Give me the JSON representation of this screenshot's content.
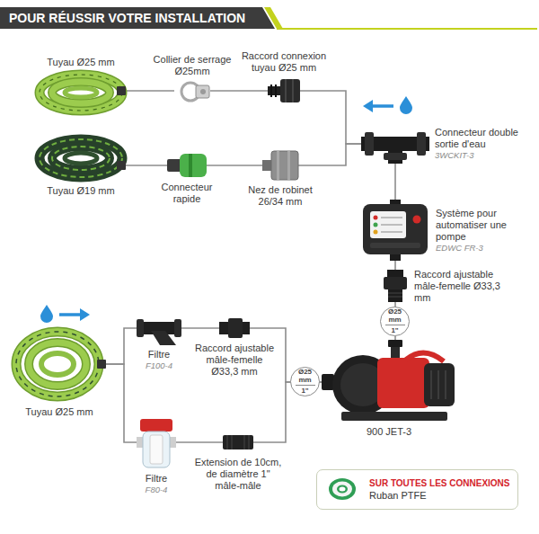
{
  "diagram": {
    "title": "POUR RÉUSSIR VOTRE INSTALLATION",
    "nodes": [
      {
        "text": [
          "Tuyau Ø25 mm"
        ]
      },
      {
        "text": [
          "Collier de serrage Ø25mm"
        ]
      },
      {
        "text": [
          "Raccord connexion tuyau Ø25 mm"
        ]
      },
      {
        "text": [
          "Tuyau Ø19 mm"
        ]
      },
      {
        "text": [
          "Connecteur rapide"
        ]
      },
      {
        "text": [
          "Nez de robinet 26/34 mm"
        ]
      },
      {
        "text": [
          "Connecteur double sortie d'eau",
          "3WCKIT-3"
        ]
      },
      {
        "text": [
          "Système pour automatiser une pompe",
          "EDWC FR-3"
        ]
      },
      {
        "text": [
          "Raccord ajustable mâle-femelle Ø33,3 mm"
        ]
      },
      {
        "text": [
          "Tuyau Ø25 mm"
        ]
      },
      {
        "text": [
          "Filtre",
          "F100-4"
        ]
      },
      {
        "text": [
          "Raccord ajustable mâle-femelle Ø33,3 mm"
        ]
      },
      {
        "text": [
          "Filtre",
          "F80-4"
        ]
      },
      {
        "text": [
          "Extension de 10cm, de diamètre 1\" mâle-mâle"
        ]
      },
      {
        "text": [
          "900 JET-3"
        ]
      },
      {
        "text": [
          "SUR TOUTES LES CONNEXIONS",
          "Ruban PTFE"
        ]
      }
    ],
    "edges": [
      {
        "from": 0,
        "to": 1,
        "arrow": "none"
      },
      {
        "from": 1,
        "to": 2,
        "arrow": "none"
      },
      {
        "from": 2,
        "to": 6,
        "arrow": "none"
      },
      {
        "from": 3,
        "to": 4,
        "arrow": "none"
      },
      {
        "from": 4,
        "to": 5,
        "arrow": "none"
      },
      {
        "from": 5,
        "to": 6,
        "arrow": "none"
      },
      {
        "from": 6,
        "to": 7,
        "arrow": "none"
      },
      {
        "from": 7,
        "to": 8,
        "arrow": "none"
      },
      {
        "from": 8,
        "to": 14,
        "arrow": "none"
      },
      {
        "from": 9,
        "to": 10,
        "arrow": "none"
      },
      {
        "from": 9,
        "to": 12,
        "arrow": "none"
      },
      {
        "from": 10,
        "to": 11,
        "arrow": "none"
      },
      {
        "from": 11,
        "to": 14,
        "arrow": "none"
      },
      {
        "from": 12,
        "to": 13,
        "arrow": "none"
      },
      {
        "from": 13,
        "to": 14,
        "arrow": "none"
      }
    ],
    "labels": [
      "Ø25 mm",
      "1\"",
      "Ø25 mm",
      "1\""
    ]
  }
}
